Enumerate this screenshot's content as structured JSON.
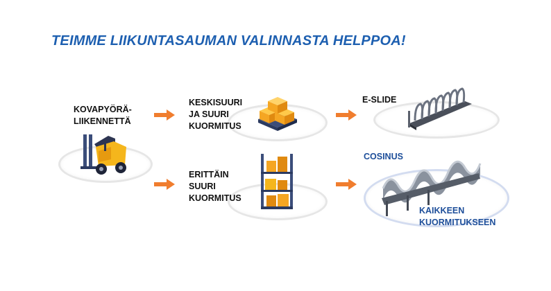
{
  "title": "TEIMME LIIKUNTASAUMAN VALINNASTA HELPPOA!",
  "start": {
    "line1": "KOVAPYÖRÄ-",
    "line2": "LIIKENNETTÄ"
  },
  "mid_top": {
    "line1": "KESKISUURI",
    "line2": "JA SUURI",
    "line3": "KUORMITUS"
  },
  "mid_bottom": {
    "line1": "ERITTÄIN",
    "line2": "SUURI",
    "line3": "KUORMITUS"
  },
  "product_top": {
    "name": "E-SLIDE"
  },
  "product_bottom": {
    "name": "COSINUS",
    "line1": "KAIKKEEN",
    "line2": "KUORMITUKSEEN"
  },
  "colors": {
    "title": "#1d5fb0",
    "arrow": "#f07d2e",
    "label_blue": "#1d4e9a"
  }
}
